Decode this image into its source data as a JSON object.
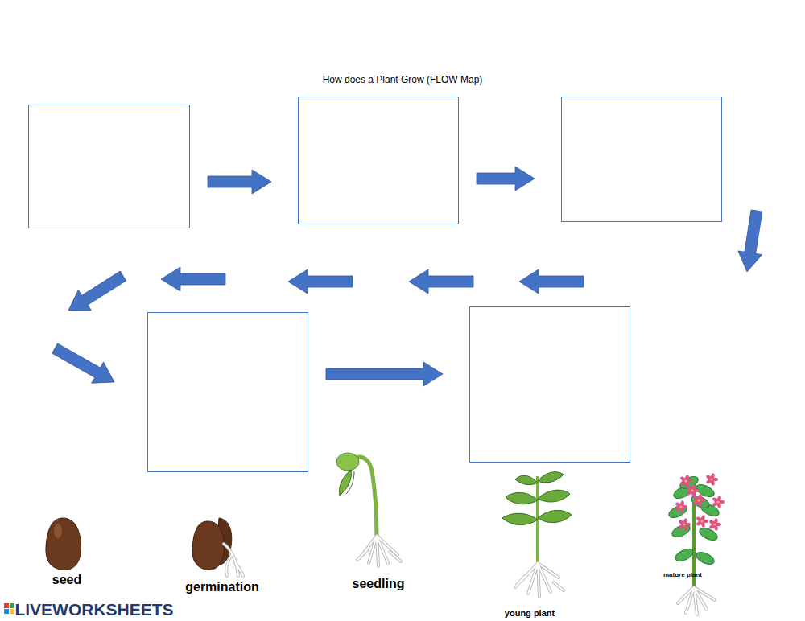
{
  "diagram": {
    "title": "How does a Plant Grow (FLOW Map)",
    "nodes": [
      {
        "text": []
      },
      {
        "text": []
      },
      {
        "text": []
      },
      {
        "text": []
      },
      {
        "text": []
      }
    ],
    "edges": [
      {
        "from": 0,
        "to": 1,
        "arrow": "to"
      },
      {
        "from": 1,
        "to": 2,
        "arrow": "to"
      },
      {
        "from": 2,
        "to": 3,
        "arrow": "to"
      },
      {
        "from": 3,
        "to": 4,
        "arrow": "to"
      }
    ],
    "labels": [
      "seed",
      "germination",
      "seedling",
      "young plant",
      "mature plant",
      "LIVEWORKSHEETS"
    ]
  }
}
